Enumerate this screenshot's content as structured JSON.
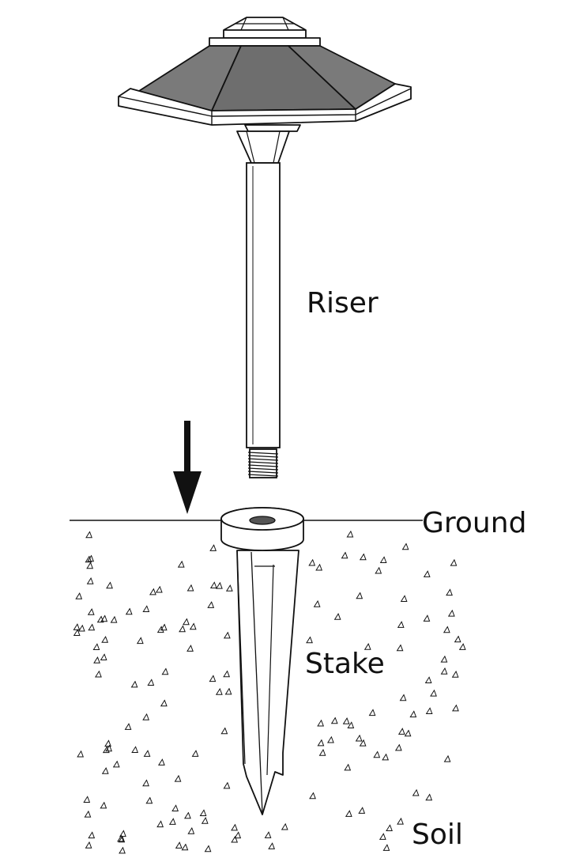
{
  "diagram": {
    "labels": {
      "riser": "Riser",
      "ground": "Ground",
      "stake": "Stake",
      "soil": "Soil"
    },
    "colors": {
      "line": "#111111",
      "shade_panel": "#7a7a7a",
      "shade_panel_dark": "#6e6e6e",
      "background": "#ffffff"
    }
  }
}
